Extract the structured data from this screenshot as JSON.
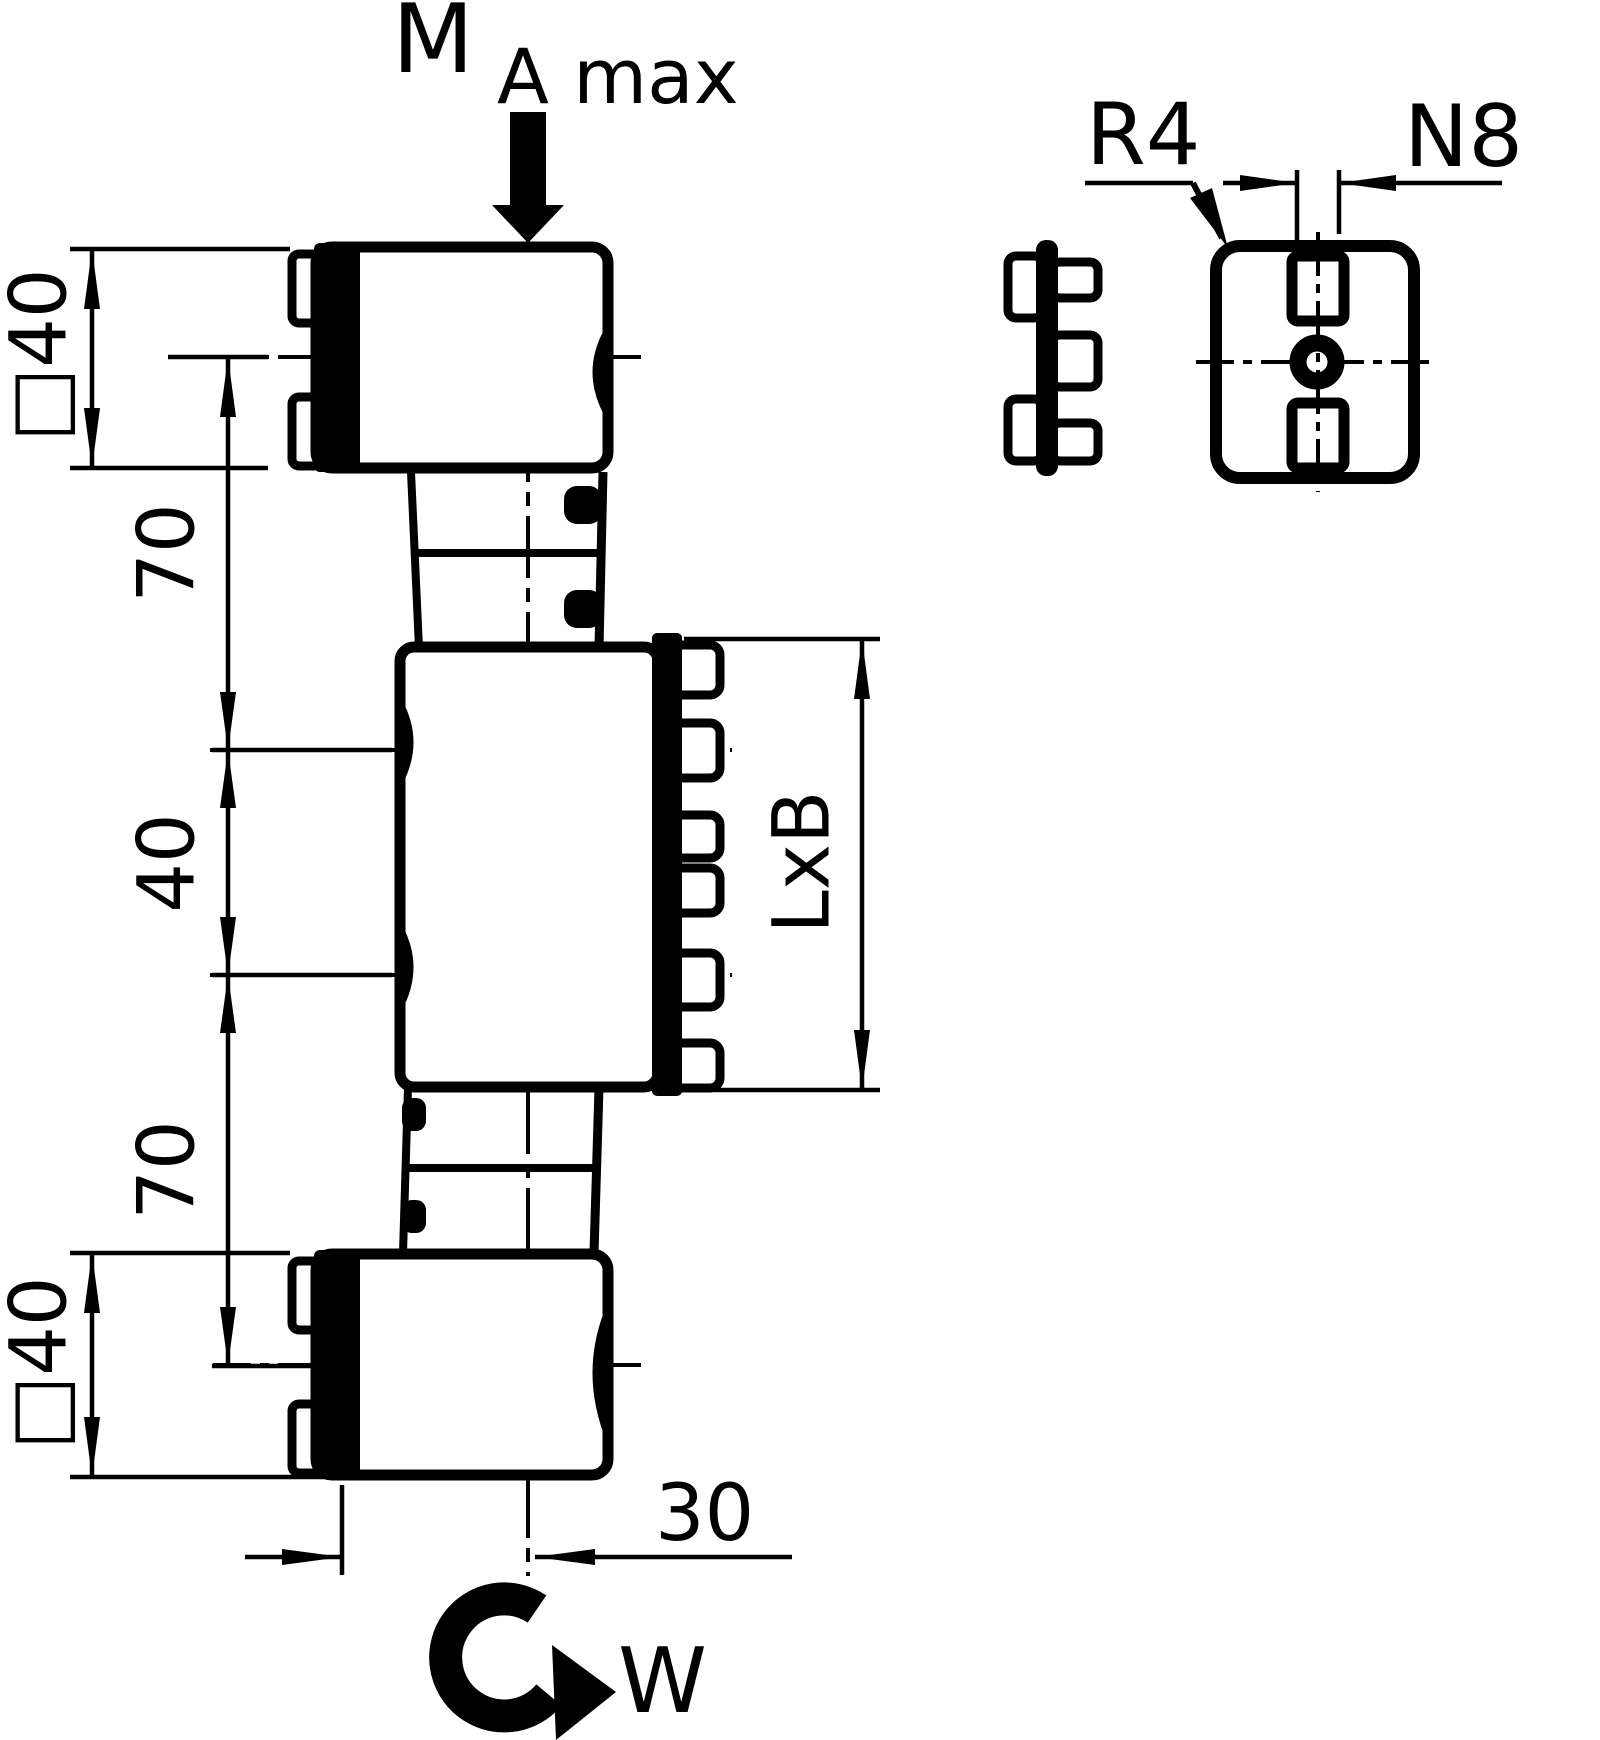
{
  "labels": {
    "moment_main": "M",
    "moment_sub": "A max",
    "rotation_w": "W",
    "radius_r4": "R4",
    "surface_n8": "N8"
  },
  "dims": {
    "square40_top": "□40",
    "d70_upper": "70",
    "d40": "40",
    "d70_lower": "70",
    "square40_bottom": "□40",
    "lxb": "LxB",
    "d30": "30"
  }
}
